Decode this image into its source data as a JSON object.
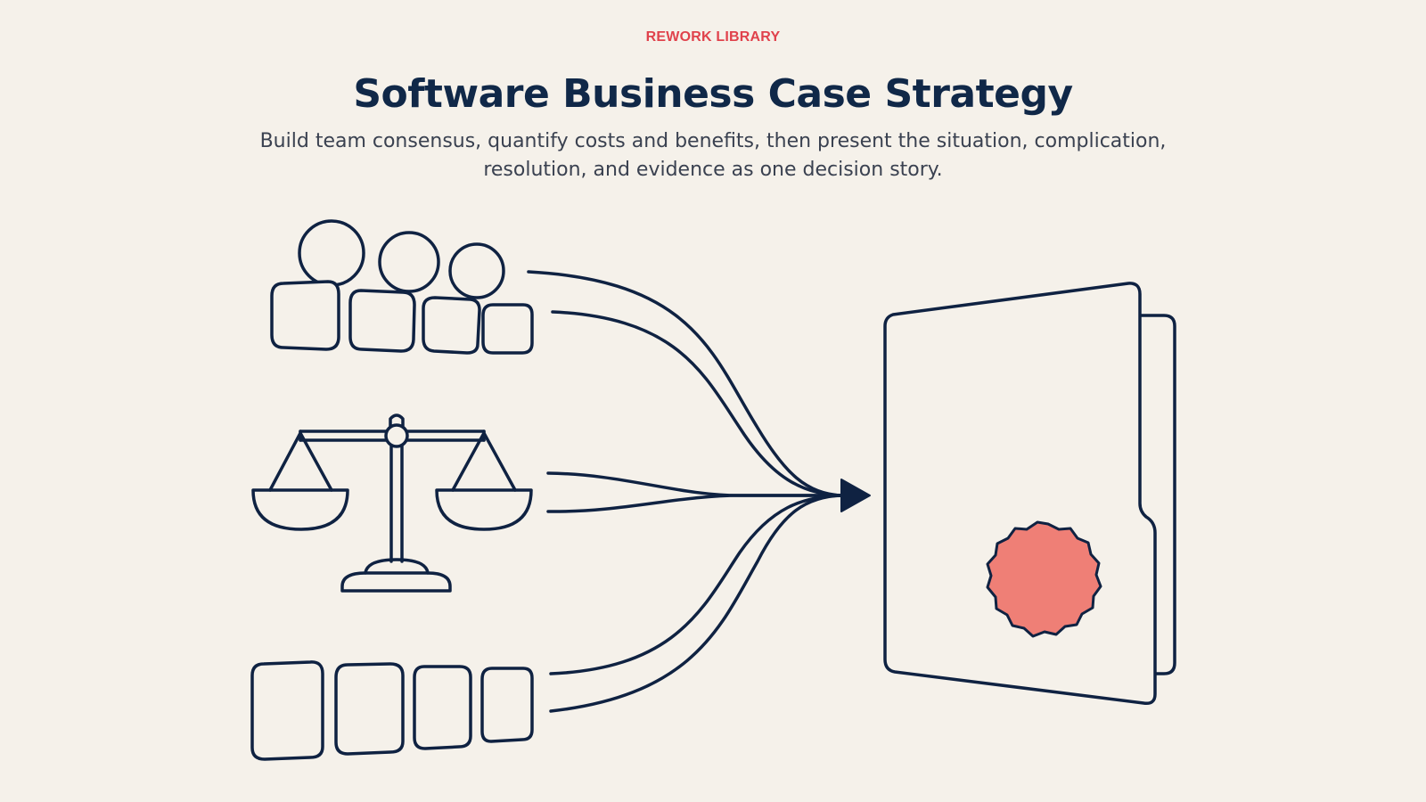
{
  "header": {
    "eyebrow": "REWORK LIBRARY",
    "title": "Software Business Case Strategy",
    "subtitle": "Build team consensus, quantify costs and benefits, then present the situation, complication, resolution, and evidence as one decision story."
  },
  "icons": {
    "team": "team-group-icon",
    "scale": "balance-scale-icon",
    "evidence": "evidence-cards-icon",
    "arrow": "arrow-right-icon",
    "folder": "decision-folder-icon",
    "seal": "approval-seal-icon"
  },
  "colors": {
    "background": "#f5f1ea",
    "ink": "#0f2242",
    "accent": "#e0424c",
    "seal": "#ef7f76"
  }
}
